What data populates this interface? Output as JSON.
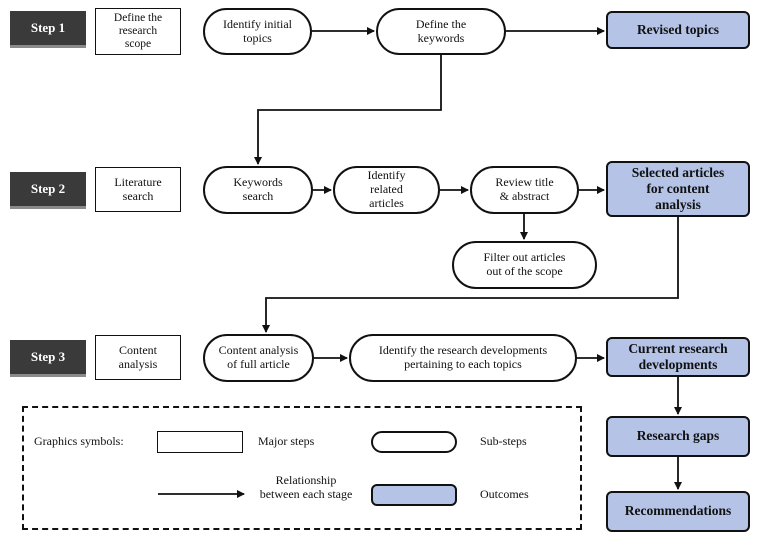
{
  "steps": {
    "step1": "Step 1",
    "step2": "Step 2",
    "step3": "Step 3"
  },
  "major_steps": {
    "define_scope": "Define the\nresearch\nscope",
    "literature_search": "Literature\nsearch",
    "content_analysis": "Content\nanalysis"
  },
  "sub_steps": {
    "identify_topics": "Identify initial\ntopics",
    "define_keywords": "Define the\nkeywords",
    "keywords_search": "Keywords\nsearch",
    "identify_articles": "Identify\nrelated\narticles",
    "review_title": "Review title\n& abstract",
    "filter_out": "Filter out articles\nout of the scope",
    "content_full": "Content analysis\nof full article",
    "identify_developments": "Identify the research developments\npertaining to each topics"
  },
  "outcomes": {
    "revised_topics": "Revised topics",
    "selected_articles": "Selected articles\nfor content\nanalysis",
    "current_developments": "Current research\ndevelopments",
    "research_gaps": "Research gaps",
    "recommendations": "Recommendations"
  },
  "legend": {
    "title": "Graphics symbols:",
    "major_steps": "Major steps",
    "sub_steps": "Sub-steps",
    "relationship": "Relationship\nbetween each stage",
    "outcomes": "Outcomes"
  }
}
